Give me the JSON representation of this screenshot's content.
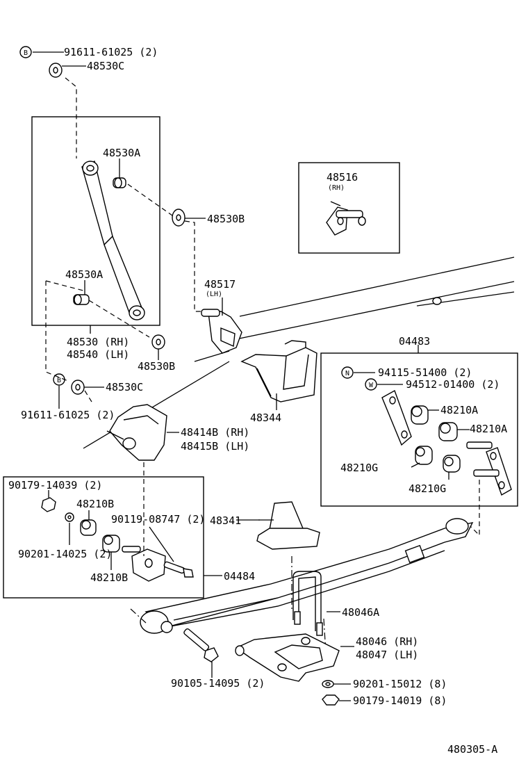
{
  "labels": {
    "bolt_top": "91611-61025 (2)",
    "c_top": "48530C",
    "a_upper": "48530A",
    "b_upper": "48530B",
    "a_lower": "48530A",
    "shock_rh": "48530 (RH)",
    "shock_lh": "48540 (LH)",
    "b_lower": "48530B",
    "c_lower": "48530C",
    "bolt_lower": "91611-61025 (2)",
    "bracket_rh": "48516",
    "bracket_rh_side": "(RH)",
    "bracket_lh": "48517",
    "bracket_lh_side": "(LH)",
    "hanger_rh": "48414B (RH)",
    "hanger_lh": "48415B (LH)",
    "bumper_stop": "48344",
    "kit_right": "04483",
    "n_bolt": "94115-51400 (2)",
    "w_washer": "94512-01400 (2)",
    "bush_a1": "48210A",
    "bush_a2": "48210A",
    "bush_g1": "48210G",
    "bush_g2": "48210G",
    "nut_left": "90179-14039 (2)",
    "bush_b1": "48210B",
    "bolt_left": "90119-08747 (2)",
    "washer_left": "90201-14025 (2)",
    "bush_b2": "48210B",
    "kit_left": "04484",
    "bumper": "48341",
    "ubolt": "48046A",
    "seat_rh": "48046 (RH)",
    "seat_lh": "48047 (LH)",
    "bolt_bottom": "90105-14095 (2)",
    "washer_bottom": "90201-15012 (8)",
    "nut_bottom": "90179-14019 (8)",
    "drawing_no": "480305-A",
    "code_b1": "B",
    "code_b2": "B",
    "code_n": "N",
    "code_w": "W"
  }
}
